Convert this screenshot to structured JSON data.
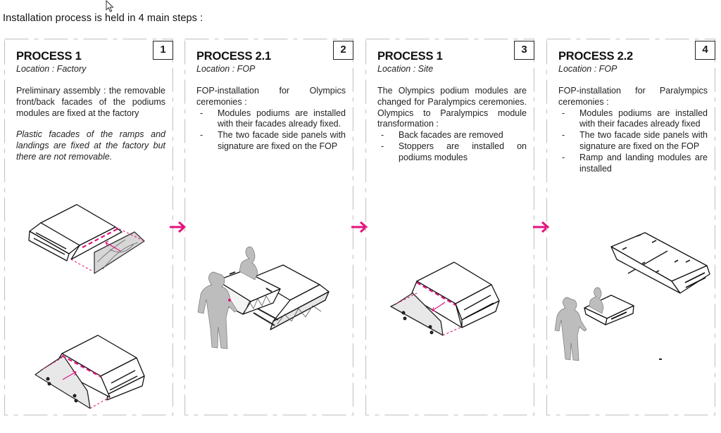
{
  "intro_text": "Installation process is held in 4 main steps  :",
  "colors": {
    "accent_pink": "#e5127d",
    "frame_gray": "#c4c4c4",
    "text": "#1a1a1a",
    "figure_gray": "#bdbdbd"
  },
  "panels": [
    {
      "number": "1",
      "title": "PROCESS 1",
      "location": "Location : Factory",
      "paragraph": "Preliminary assembly : the removable front/back facades of the podiums modules are fixed at the factory",
      "note": "Plastic facades of the ramps and landings are fixed at the factory but there are not removable.",
      "illustration": "podium modules with front/back facades being fixed"
    },
    {
      "number": "2",
      "title": "PROCESS 2.1",
      "location": "Location : FOP",
      "paragraph": "FOP-installation for Olympics ceremonies :",
      "bullets": [
        "Modules podiums are installed with their facades already fixed.",
        "The two facade side panels with signature are fixed on the FOP"
      ],
      "illustration": "two workers carrying a podium module"
    },
    {
      "number": "3",
      "title": "PROCESS 1",
      "location": "Location : Site",
      "paragraph": "The Olympics podium modules are changed for Paralympics ceremonies. Olympics to Paralympics module transformation :",
      "bullets": [
        "Back facades are removed",
        "Stoppers are installed on podiums modules"
      ],
      "illustration": "podium module with back facade being removed"
    },
    {
      "number": "4",
      "title": "PROCESS 2.2",
      "location": "Location : FOP",
      "paragraph": "FOP-installation for Paralympics ceremonies :",
      "bullets": [
        "Modules podiums are installed with their facades already fixed",
        "The two facade side panels with signature are fixed on the FOP",
        "Ramp and landing modules are installed"
      ],
      "illustration": "workers installing ramp and landing modules"
    }
  ],
  "icons": {
    "cursor": "mouse-pointer-icon",
    "flow_arrow": "arrow-right-icon",
    "dash_bullet": "-"
  }
}
